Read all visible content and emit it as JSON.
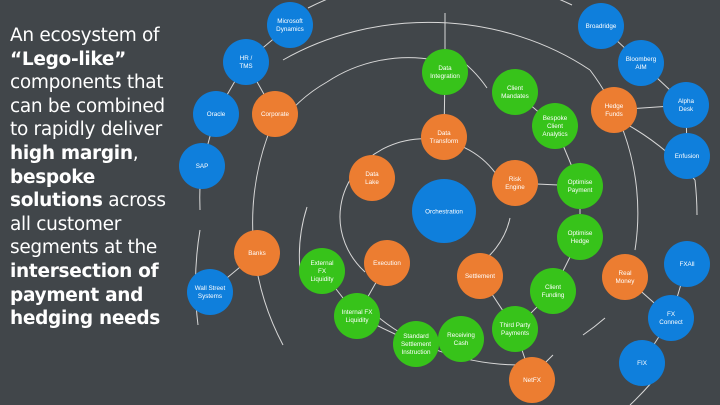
{
  "headline": {
    "segments": [
      {
        "text": "An ecosystem of ",
        "bold": false
      },
      {
        "text": "“Lego-like”",
        "bold": true
      },
      {
        "text": " components that can be combined to rapidly deliver ",
        "bold": false
      },
      {
        "text": "high margin",
        "bold": true
      },
      {
        "text": ", ",
        "bold": false
      },
      {
        "text": "bespoke solutions",
        "bold": true
      },
      {
        "text": " across all customer segments at the ",
        "bold": false
      },
      {
        "text": "intersection of payment and hedging needs",
        "bold": true
      }
    ]
  },
  "colors": {
    "background": "#41464a",
    "blue": "#0f7fdc",
    "orange": "#ec7d31",
    "green": "#37c31a",
    "line": "#d8d8d8"
  },
  "nodes": [
    {
      "id": "orchestration",
      "label": [
        "Orchestration"
      ],
      "color": "blue"
    },
    {
      "id": "data-lake",
      "label": [
        "Data",
        "Lake"
      ],
      "color": "orange"
    },
    {
      "id": "data-transform",
      "label": [
        "Data",
        "Transform"
      ],
      "color": "orange"
    },
    {
      "id": "risk-engine",
      "label": [
        "Risk",
        "Engine"
      ],
      "color": "orange"
    },
    {
      "id": "settlement",
      "label": [
        "Settlement"
      ],
      "color": "orange"
    },
    {
      "id": "execution",
      "label": [
        "Execution"
      ],
      "color": "orange"
    },
    {
      "id": "data-integration",
      "label": [
        "Data",
        "Integration"
      ],
      "color": "green"
    },
    {
      "id": "client-mandates",
      "label": [
        "Client",
        "Mandates"
      ],
      "color": "green"
    },
    {
      "id": "bespoke-client-analytics",
      "label": [
        "Bespoke",
        "Client",
        "Analytics"
      ],
      "color": "green"
    },
    {
      "id": "optimise-payment",
      "label": [
        "Optimise",
        "Payment"
      ],
      "color": "green"
    },
    {
      "id": "optimise-hedge",
      "label": [
        "Optimise",
        "Hedge"
      ],
      "color": "green"
    },
    {
      "id": "client-funding",
      "label": [
        "Client",
        "Funding"
      ],
      "color": "green"
    },
    {
      "id": "third-party-payments",
      "label": [
        "Third Party",
        "Payments"
      ],
      "color": "green"
    },
    {
      "id": "receiving-cash",
      "label": [
        "Receiving",
        "Cash"
      ],
      "color": "green"
    },
    {
      "id": "standard-settlement-instruction",
      "label": [
        "Standard",
        "Settlement",
        "Instruction"
      ],
      "color": "green"
    },
    {
      "id": "internal-fx-liquidity",
      "label": [
        "Internal FX",
        "Liquidity"
      ],
      "color": "green"
    },
    {
      "id": "external-fx-liquidity",
      "label": [
        "External",
        "FX",
        "Liquidity"
      ],
      "color": "green"
    },
    {
      "id": "corporate",
      "label": [
        "Corporate"
      ],
      "color": "orange"
    },
    {
      "id": "banks",
      "label": [
        "Banks"
      ],
      "color": "orange"
    },
    {
      "id": "hedge-funds",
      "label": [
        "Hedge",
        "Funds"
      ],
      "color": "orange"
    },
    {
      "id": "real-money",
      "label": [
        "Real",
        "Money"
      ],
      "color": "orange"
    },
    {
      "id": "netfx",
      "label": [
        "NetFX"
      ],
      "color": "orange"
    },
    {
      "id": "microsoft-dynamics",
      "label": [
        "Microsoft",
        "Dynamics"
      ],
      "color": "blue"
    },
    {
      "id": "hr-tms",
      "label": [
        "HR /",
        "TMS"
      ],
      "color": "blue"
    },
    {
      "id": "oracle",
      "label": [
        "Oracle"
      ],
      "color": "blue"
    },
    {
      "id": "sap",
      "label": [
        "SAP"
      ],
      "color": "blue"
    },
    {
      "id": "wall-street-systems",
      "label": [
        "Wall Street",
        "Systems"
      ],
      "color": "blue"
    },
    {
      "id": "broadridge",
      "label": [
        "Broadridge"
      ],
      "color": "blue"
    },
    {
      "id": "bloomberg-aim",
      "label": [
        "Bloomberg",
        "AIM"
      ],
      "color": "blue"
    },
    {
      "id": "alpha-desk",
      "label": [
        "Alpha",
        "Desk"
      ],
      "color": "blue"
    },
    {
      "id": "enfusion",
      "label": [
        "Enfusion"
      ],
      "color": "blue"
    },
    {
      "id": "fxall",
      "label": [
        "FXAll"
      ],
      "color": "blue"
    },
    {
      "id": "fx-connect",
      "label": [
        "FX",
        "Connect"
      ],
      "color": "blue"
    },
    {
      "id": "fix",
      "label": [
        "FIX"
      ],
      "color": "blue"
    }
  ]
}
